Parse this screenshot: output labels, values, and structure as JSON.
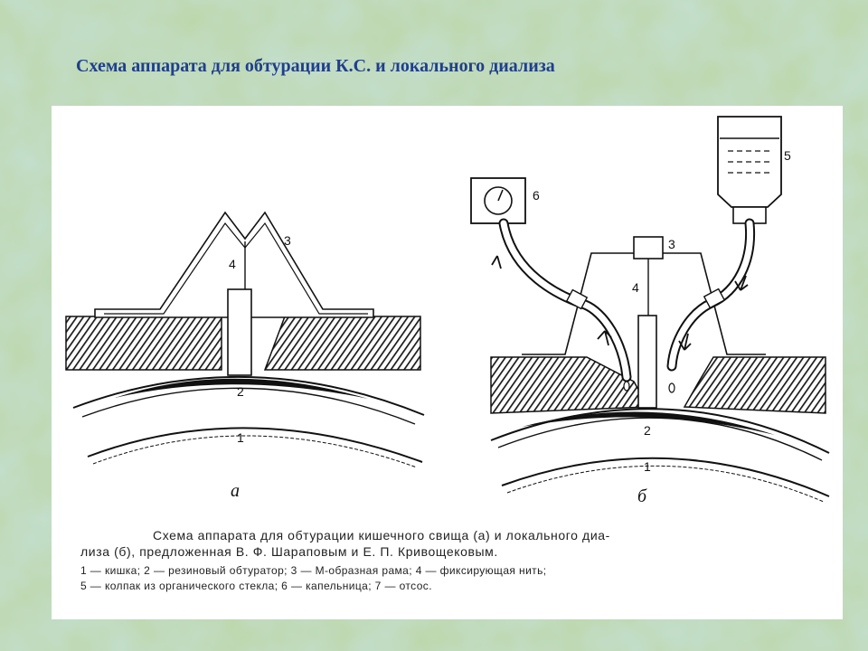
{
  "slide": {
    "title": "Схема аппарата для обтурации К.С. и локального диализа"
  },
  "diagram": {
    "panel_a": {
      "label": "а",
      "parts": {
        "one": "1",
        "two": "2",
        "three": "3",
        "four": "4"
      }
    },
    "panel_b": {
      "label": "б",
      "parts": {
        "one": "1",
        "two": "2",
        "three": "3",
        "four": "4",
        "five": "5",
        "six": "6"
      }
    }
  },
  "caption": {
    "line1": "Схема аппарата для обтурации кишечного свища (а) и локального диа-",
    "line2": "лиза (б), предложенная В. Ф. Шараповым и Е. П. Кривощековым.",
    "legend1": "1 — кишка; 2 — резиновый обтуратор; 3 — М-образная рама; 4 — фиксирующая нить;",
    "legend2": "5 — колпак из органического стекла; 6 — капельница; 7 — отсос."
  }
}
